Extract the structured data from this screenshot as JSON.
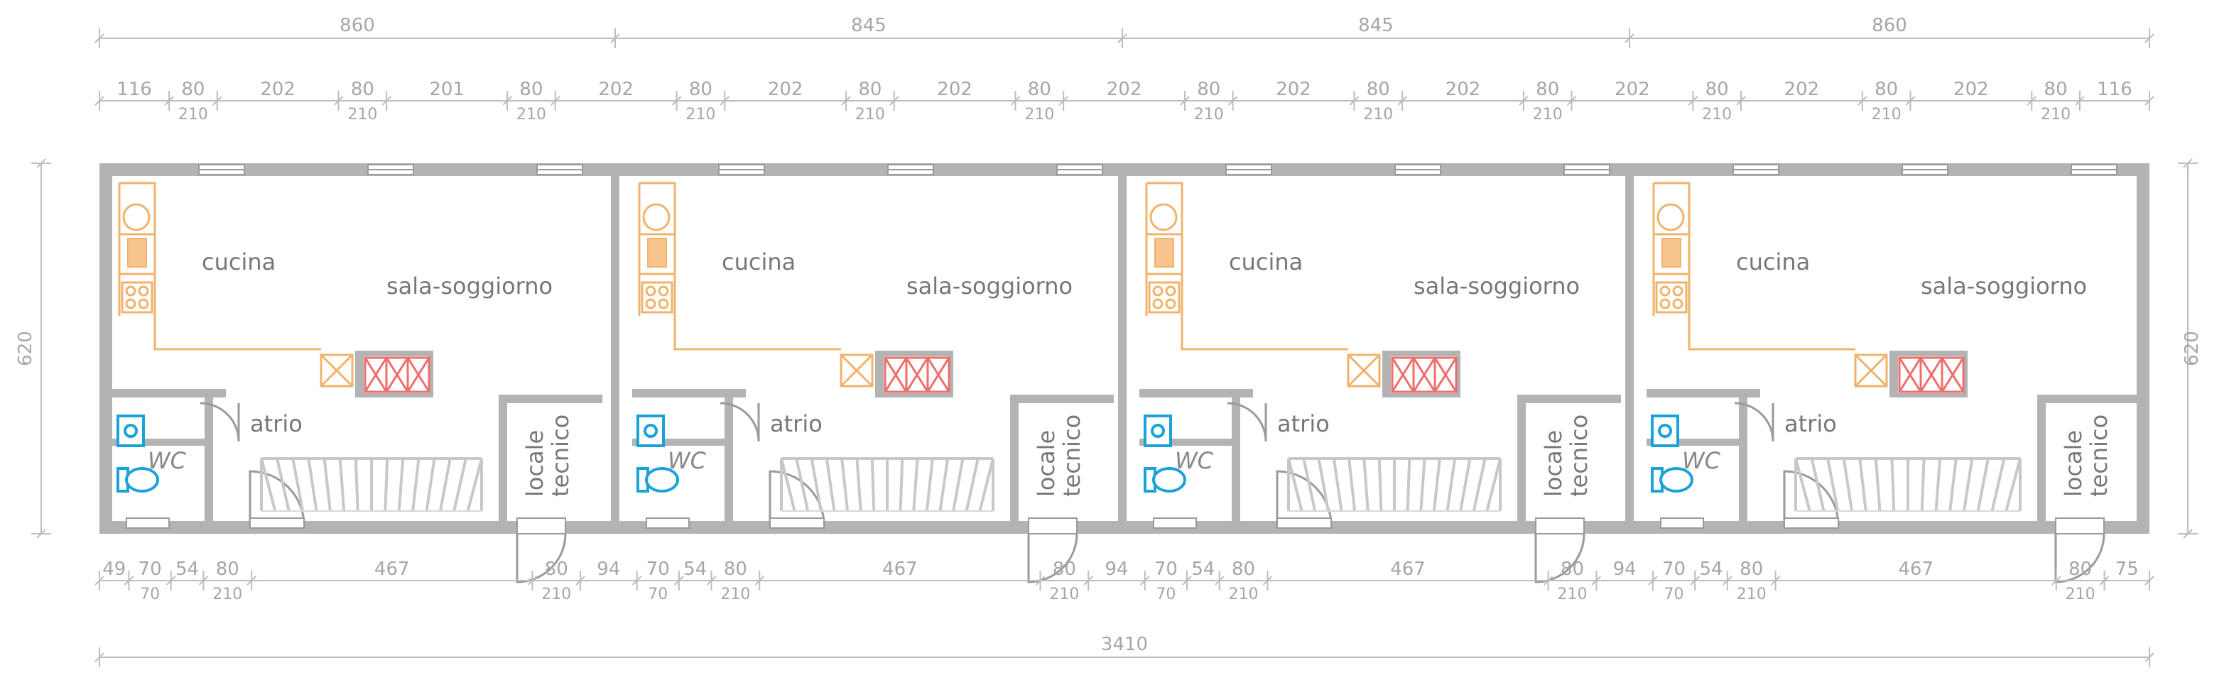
{
  "dims": {
    "top_units": [
      "860",
      "845",
      "845",
      "860"
    ],
    "top_details": [
      {
        "v": "116"
      },
      {
        "v": "80",
        "s": "210"
      },
      {
        "v": "202"
      },
      {
        "v": "80",
        "s": "210"
      },
      {
        "v": "201"
      },
      {
        "v": "80",
        "s": "210"
      },
      {
        "v": "202"
      },
      {
        "v": "80",
        "s": "210"
      },
      {
        "v": "202"
      },
      {
        "v": "80",
        "s": "210"
      },
      {
        "v": "202"
      },
      {
        "v": "80",
        "s": "210"
      },
      {
        "v": "202"
      },
      {
        "v": "80",
        "s": "210"
      },
      {
        "v": "202"
      },
      {
        "v": "80",
        "s": "210"
      },
      {
        "v": "202"
      },
      {
        "v": "80",
        "s": "210"
      },
      {
        "v": "202"
      },
      {
        "v": "80",
        "s": "210"
      },
      {
        "v": "202"
      },
      {
        "v": "80",
        "s": "210"
      },
      {
        "v": "202"
      },
      {
        "v": "80",
        "s": "210"
      },
      {
        "v": "116"
      }
    ],
    "bottom_details": [
      {
        "v": "49"
      },
      {
        "v": "70",
        "s": "70"
      },
      {
        "v": "54"
      },
      {
        "v": "80",
        "s": "210"
      },
      {
        "v": "467"
      },
      {
        "v": "80",
        "s": "210"
      },
      {
        "v": "94"
      },
      {
        "v": "70",
        "s": "70"
      },
      {
        "v": "54"
      },
      {
        "v": "80",
        "s": "210"
      },
      {
        "v": "467"
      },
      {
        "v": "80",
        "s": "210"
      },
      {
        "v": "94"
      },
      {
        "v": "70",
        "s": "70"
      },
      {
        "v": "54"
      },
      {
        "v": "80",
        "s": "210"
      },
      {
        "v": "467"
      },
      {
        "v": "80",
        "s": "210"
      },
      {
        "v": "94"
      },
      {
        "v": "70",
        "s": "70"
      },
      {
        "v": "54"
      },
      {
        "v": "80",
        "s": "210"
      },
      {
        "v": "467"
      },
      {
        "v": "80",
        "s": "210"
      },
      {
        "v": "75"
      }
    ],
    "total": "3410",
    "height_left": "620",
    "height_right": "620"
  },
  "rooms": {
    "cucina": "cucina",
    "sala": "sala-soggiorno",
    "atrio": "atrio",
    "wc": "WC",
    "locale": "locale",
    "tecnico": "tecnico"
  },
  "colors": {
    "wall": "#b3b3b3",
    "kitchen": "#f0b36c",
    "sanitary": "#1aa3d8",
    "vent": "#ee6e6e",
    "text": "#777777",
    "dimension": "#a6a6a6"
  }
}
